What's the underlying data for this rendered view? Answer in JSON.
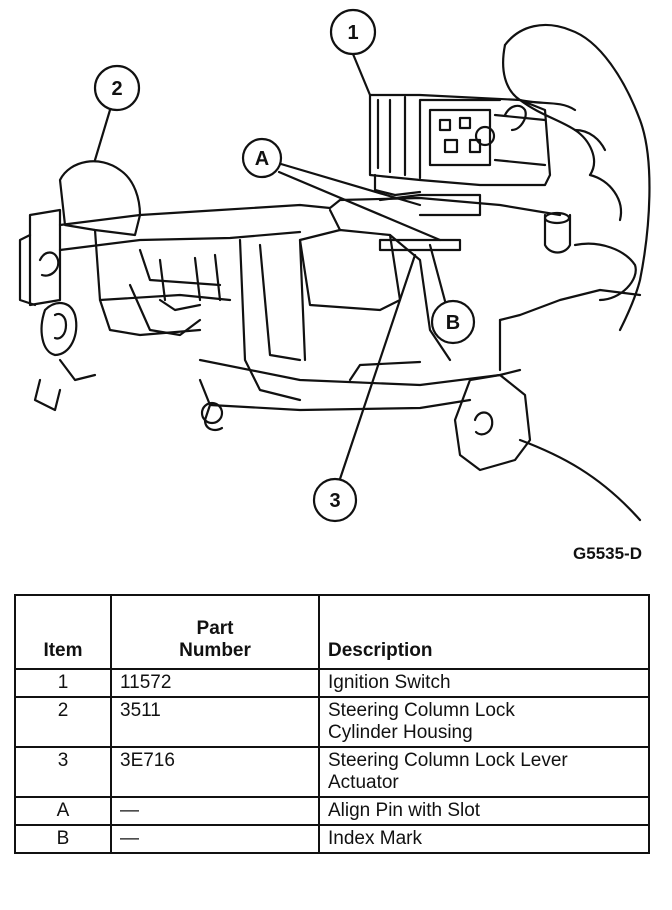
{
  "figure": {
    "callouts": [
      "1",
      "2",
      "3",
      "A",
      "B"
    ],
    "figure_id": "G5535-D"
  },
  "table": {
    "headers": {
      "item": "Item",
      "part_number_line1": "Part",
      "part_number_line2": "Number",
      "description": "Description"
    },
    "rows": [
      {
        "item": "1",
        "part": "11572",
        "desc": [
          "Ignition Switch"
        ]
      },
      {
        "item": "2",
        "part": "3511",
        "desc": [
          "Steering Column Lock",
          "Cylinder Housing"
        ]
      },
      {
        "item": "3",
        "part": "3E716",
        "desc": [
          "Steering Column Lock Lever",
          "Actuator"
        ]
      },
      {
        "item": "A",
        "part": "—",
        "desc": [
          "Align Pin with Slot"
        ]
      },
      {
        "item": "B",
        "part": "—",
        "desc": [
          "Index Mark"
        ]
      }
    ]
  }
}
